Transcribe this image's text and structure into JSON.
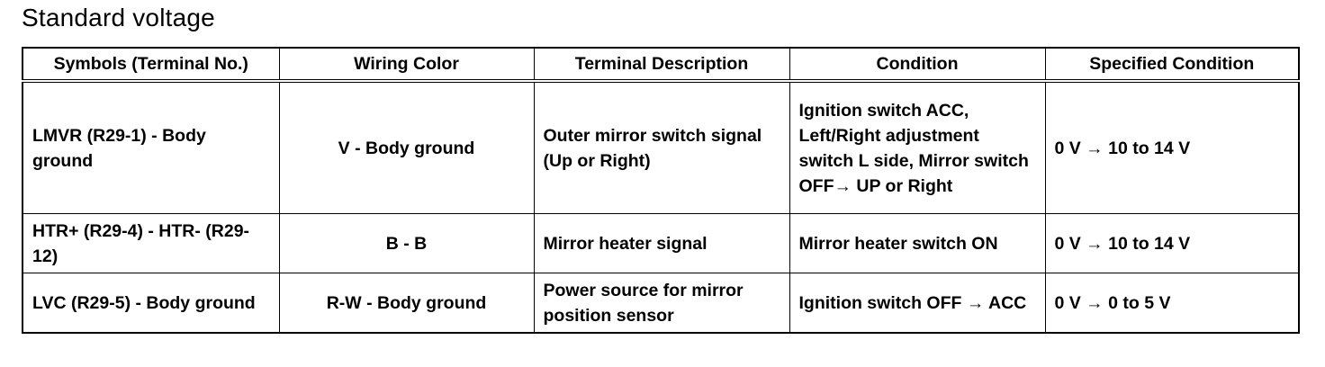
{
  "title": "Standard voltage",
  "table": {
    "headers": [
      "Symbols (Terminal No.)",
      "Wiring Color",
      "Terminal Description",
      "Condition",
      "Specified Condition"
    ],
    "rows": [
      [
        "LMVR (R29-1) - Body ground",
        "V - Body ground",
        "Outer mirror switch signal (Up or Right)",
        "Ignition switch ACC, Left/Right adjustment switch L side, Mirror switch OFF→ UP or Right",
        "0 V → 10 to 14 V"
      ],
      [
        "HTR+ (R29-4) - HTR- (R29-12)",
        "B - B",
        "Mirror heater signal",
        "Mirror heater switch ON",
        "0 V → 10 to 14 V"
      ],
      [
        "LVC (R29-5) - Body ground",
        "R-W - Body ground",
        "Power source for mirror position sensor",
        "Ignition switch OFF → ACC",
        "0 V → 0 to 5 V"
      ]
    ]
  }
}
